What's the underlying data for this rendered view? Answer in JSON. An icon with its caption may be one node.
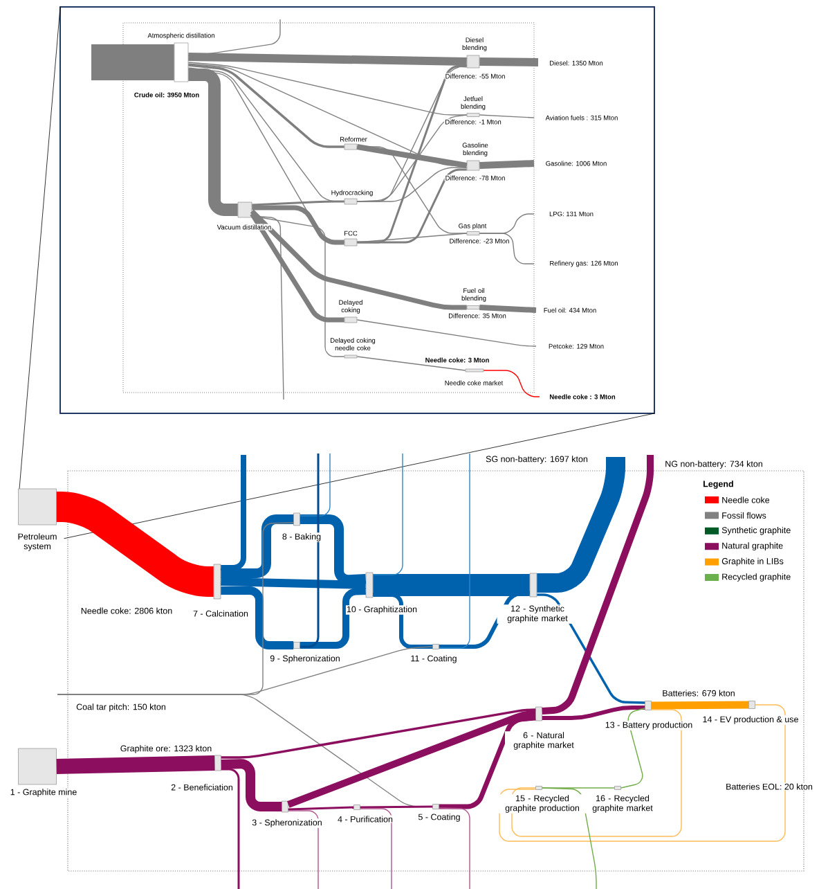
{
  "diagram": {
    "nodes": [
      {
        "text": [
          "Atmospheric distillation"
        ]
      },
      {
        "text": [
          "Diesel blending",
          "Difference: -55 Mton"
        ]
      },
      {
        "text": [
          "Jetfuel blending",
          "Difference: -1 Mton"
        ]
      },
      {
        "text": [
          "Reformer"
        ]
      },
      {
        "text": [
          "Gasoline blending",
          "Difference: -78 Mton"
        ]
      },
      {
        "text": [
          "Hydrocracking"
        ]
      },
      {
        "text": [
          "Vacuum distillation"
        ]
      },
      {
        "text": [
          "Gas plant",
          "Difference: -23 Mton"
        ]
      },
      {
        "text": [
          "FCC"
        ]
      },
      {
        "text": [
          "Fuel oil blending",
          "Difference: 35 Mton"
        ]
      },
      {
        "text": [
          "Delayed coking"
        ]
      },
      {
        "text": [
          "Delayed coking needle coke"
        ]
      },
      {
        "text": [
          "Needle coke market"
        ],
        "beside": [
          "Needle coke: 3 Mton"
        ]
      },
      {
        "text": [
          "Petroleum system"
        ]
      },
      {
        "text": [
          "7 - Calcination"
        ]
      },
      {
        "text": [
          "8 - Baking"
        ]
      },
      {
        "text": [
          "9 - Spheronization"
        ]
      },
      {
        "text": [
          "10 - Graphitization"
        ]
      },
      {
        "text": [
          "11 - Coating"
        ]
      },
      {
        "text": [
          "12 - Synthetic graphite market"
        ]
      },
      {
        "text": [
          "1 - Graphite mine"
        ]
      },
      {
        "text": [
          "2 - Beneficiation"
        ]
      },
      {
        "text": [
          "3 - Spheronization"
        ]
      },
      {
        "text": [
          "4 - Purification"
        ]
      },
      {
        "text": [
          "5 - Coating"
        ]
      },
      {
        "text": [
          "6 - Natural graphite market"
        ]
      },
      {
        "text": [
          "13 - Battery production"
        ]
      },
      {
        "text": [
          "14 - EV production & use"
        ]
      },
      {
        "text": [
          "15 - Recycled graphite production"
        ]
      },
      {
        "text": [
          "16 - Recycled graphite market"
        ]
      }
    ],
    "edges": [
      {
        "from": null,
        "to": 0,
        "arrow": "none",
        "style": "thick",
        "label": "Crude oil: 3950 Mton"
      },
      {
        "from": null,
        "to": 0,
        "arrow": "none"
      },
      {
        "from": 0,
        "to": 1,
        "arrow": "none",
        "style": "thick"
      },
      {
        "from": 0,
        "to": 2,
        "arrow": "none"
      },
      {
        "from": 0,
        "to": 3,
        "arrow": "none"
      },
      {
        "from": 0,
        "to": 4,
        "arrow": "none"
      },
      {
        "from": 0,
        "to": 5,
        "arrow": "none"
      },
      {
        "from": 0,
        "to": 8,
        "arrow": "none"
      },
      {
        "from": 0,
        "to": 6,
        "arrow": "none",
        "style": "thick"
      },
      {
        "from": 3,
        "to": 4,
        "arrow": "none",
        "style": "thick"
      },
      {
        "from": 3,
        "to": 7,
        "arrow": "none"
      },
      {
        "from": 5,
        "to": 1,
        "arrow": "none"
      },
      {
        "from": 5,
        "to": 4,
        "arrow": "none"
      },
      {
        "from": 5,
        "to": 2,
        "arrow": "none"
      },
      {
        "from": 6,
        "to": 5,
        "arrow": "none"
      },
      {
        "from": 6,
        "to": 8,
        "arrow": "none",
        "style": "thick"
      },
      {
        "from": 6,
        "to": 9,
        "arrow": "none",
        "style": "thick"
      },
      {
        "from": 6,
        "to": 10,
        "arrow": "none",
        "style": "thick"
      },
      {
        "from": 6,
        "to": null,
        "arrow": "none"
      },
      {
        "from": 6,
        "to": 11,
        "arrow": "none"
      },
      {
        "from": 8,
        "to": 1,
        "arrow": "none"
      },
      {
        "from": 8,
        "to": 4,
        "arrow": "none"
      },
      {
        "from": 8,
        "to": 7,
        "arrow": "none"
      },
      {
        "from": 10,
        "to": null,
        "arrow": "none",
        "label": "Petcoke: 129 Mton"
      },
      {
        "from": 11,
        "to": 12,
        "arrow": "none"
      },
      {
        "from": 1,
        "to": null,
        "arrow": "none",
        "style": "thick",
        "label": "Diesel: 1350 Mton"
      },
      {
        "from": 2,
        "to": null,
        "arrow": "none",
        "label": "Aviation fuels : 315 Mton"
      },
      {
        "from": 4,
        "to": null,
        "arrow": "none",
        "style": "thick",
        "label": "Gasoline: 1006 Mton"
      },
      {
        "from": 7,
        "to": null,
        "arrow": "none",
        "label": "LPG: 131 Mton"
      },
      {
        "from": 7,
        "to": null,
        "arrow": "none",
        "label": "Refinery gas: 126 Mton"
      },
      {
        "from": 9,
        "to": null,
        "arrow": "none",
        "style": "thick",
        "label": "Fuel oil: 434 Mton"
      },
      {
        "from": 12,
        "to": null,
        "arrow": "none",
        "color": "#ff0000",
        "label": "Needle coke : 3 Mton"
      },
      {
        "from": 13,
        "to": 14,
        "arrow": "none",
        "style": "thick",
        "color": "#ff0000",
        "label": "Needle coke: 2806 kton"
      },
      {
        "from": 14,
        "to": null,
        "arrow": "none",
        "style": "thick",
        "color": "#0062ad"
      },
      {
        "from": 14,
        "to": 15,
        "arrow": "none",
        "style": "thick",
        "color": "#0062ad"
      },
      {
        "from": 14,
        "to": 17,
        "arrow": "none",
        "style": "thick",
        "color": "#0062ad"
      },
      {
        "from": 14,
        "to": 16,
        "arrow": "none",
        "style": "thick",
        "color": "#0062ad"
      },
      {
        "from": 15,
        "to": 17,
        "arrow": "none",
        "style": "thick",
        "color": "#0062ad"
      },
      {
        "from": 16,
        "to": 17,
        "arrow": "none",
        "style": "thick",
        "color": "#0062ad"
      },
      {
        "from": 15,
        "to": null,
        "arrow": "none",
        "color": "#2e86c8"
      },
      {
        "from": 16,
        "to": null,
        "arrow": "none",
        "color": "#004a8f"
      },
      {
        "from": 17,
        "to": 19,
        "arrow": "none",
        "style": "thick",
        "color": "#0062ad"
      },
      {
        "from": 17,
        "to": 18,
        "arrow": "none",
        "style": "thick",
        "color": "#0062ad"
      },
      {
        "from": 17,
        "to": null,
        "arrow": "none",
        "color": "#2e86c8"
      },
      {
        "from": 18,
        "to": 19,
        "arrow": "none",
        "style": "thick",
        "color": "#0062ad"
      },
      {
        "from": 18,
        "to": null,
        "arrow": "none",
        "color": "#2e86c8"
      },
      {
        "from": 19,
        "to": null,
        "arrow": "none",
        "style": "thick",
        "color": "#0062ad",
        "label": "SG non-battery: 1697 kton"
      },
      {
        "from": 19,
        "to": 26,
        "arrow": "none",
        "color": "#0062ad"
      },
      {
        "from": null,
        "to": 15,
        "arrow": "none",
        "label": "Coal tar pitch: 150 kton"
      },
      {
        "from": null,
        "to": 18,
        "arrow": "none"
      },
      {
        "from": null,
        "to": 24,
        "arrow": "none"
      },
      {
        "from": 20,
        "to": 21,
        "arrow": "none",
        "style": "thick",
        "color": "#8c0f5f",
        "label": "Graphite ore: 1323 kton"
      },
      {
        "from": 21,
        "to": 25,
        "arrow": "none",
        "color": "#8c0f5f"
      },
      {
        "from": 21,
        "to": 22,
        "arrow": "none",
        "style": "thick",
        "color": "#8c0f5f"
      },
      {
        "from": 21,
        "to": null,
        "arrow": "none",
        "color": "#8c0f5f"
      },
      {
        "from": 22,
        "to": 25,
        "arrow": "none",
        "style": "thick",
        "color": "#8c0f5f"
      },
      {
        "from": 22,
        "to": 23,
        "arrow": "none",
        "color": "#8c0f5f"
      },
      {
        "from": 22,
        "to": null,
        "arrow": "none",
        "color": "#b0558f"
      },
      {
        "from": 23,
        "to": 24,
        "arrow": "none",
        "color": "#8c0f5f"
      },
      {
        "from": 23,
        "to": null,
        "arrow": "none",
        "color": "#b0558f"
      },
      {
        "from": 24,
        "to": 25,
        "arrow": "none",
        "style": "thick",
        "color": "#8c0f5f"
      },
      {
        "from": 24,
        "to": null,
        "arrow": "none",
        "color": "#b0558f"
      },
      {
        "from": 25,
        "to": null,
        "arrow": "none",
        "style": "thick",
        "color": "#8c0f5f",
        "label": "NG non-battery: 734 kton"
      },
      {
        "from": 25,
        "to": 26,
        "arrow": "none",
        "style": "thick",
        "color": "#8c0f5f"
      },
      {
        "from": 26,
        "to": 27,
        "arrow": "none",
        "style": "thick",
        "color": "#ffa000",
        "label": "Batteries: 679 kton"
      },
      {
        "from": 26,
        "to": 28,
        "arrow": "none",
        "color": "#ffbb55"
      },
      {
        "from": 27,
        "to": 28,
        "arrow": "none",
        "color": "#ffbb55",
        "label": "Batteries EOL: 20 kton"
      },
      {
        "from": 28,
        "to": 29,
        "arrow": "none",
        "color": "#70ad47"
      },
      {
        "from": 29,
        "to": 26,
        "arrow": "none",
        "color": "#70ad47"
      },
      {
        "from": 28,
        "to": null,
        "arrow": "none",
        "color": "#70ad47"
      }
    ],
    "labels": [
      "Legend"
    ],
    "legend": [
      {
        "text": "Needle coke",
        "color": "#ff0000"
      },
      {
        "text": "Fossil flows",
        "color": "#808080"
      },
      {
        "text": "Synthetic graphite",
        "color": "#005a28"
      },
      {
        "text": "Natural graphite",
        "color": "#8c0f5f"
      },
      {
        "text": "Graphite in LIBs",
        "color": "#ffa000"
      },
      {
        "text": "Recycled graphite",
        "color": "#6ab04c"
      }
    ]
  }
}
